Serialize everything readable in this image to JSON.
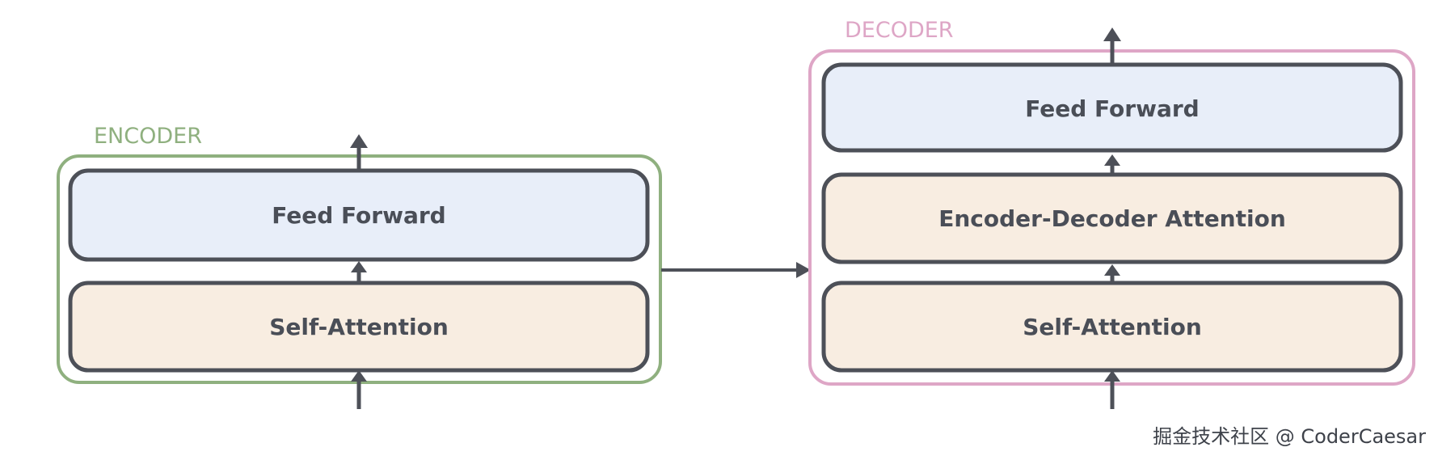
{
  "encoder": {
    "label": "ENCODER",
    "border_color": "#8fb07f",
    "feed_forward": "Feed Forward",
    "self_attention": "Self-Attention"
  },
  "decoder": {
    "label": "DECODER",
    "border_color": "#dea6c6",
    "feed_forward": "Feed Forward",
    "enc_dec_attention": "Encoder-Decoder Attention",
    "self_attention": "Self-Attention"
  },
  "colors": {
    "feed_forward_fill": "#e8eef9",
    "attention_fill": "#f8ede1",
    "block_border": "#4d5058",
    "arrow": "#4d5058"
  },
  "watermark": "掘金技术社区 @ CoderCaesar"
}
